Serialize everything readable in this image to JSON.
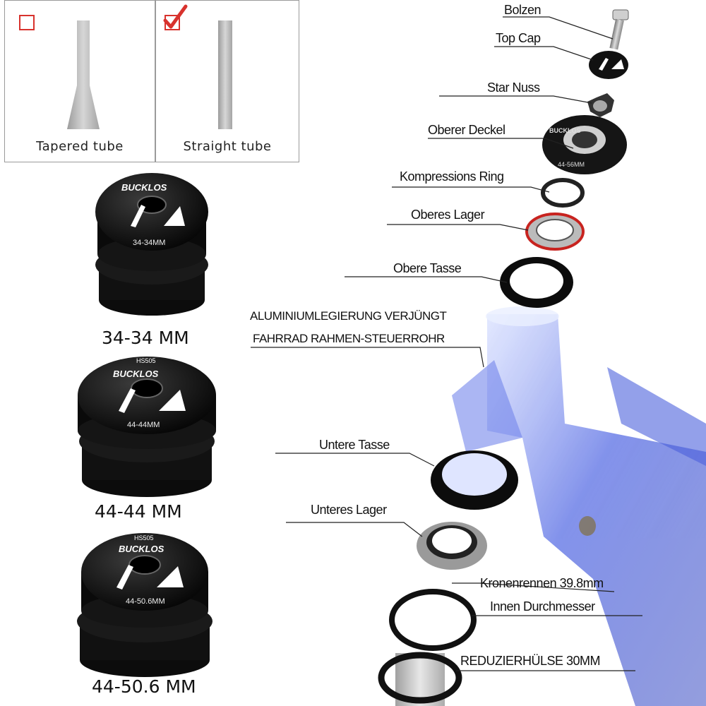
{
  "tube_options": [
    {
      "label": "Tapered tube",
      "checked": false
    },
    {
      "label": "Straight tube",
      "checked": true
    }
  ],
  "headsets": [
    {
      "size": "34-34 MM",
      "brand": "BUCKLOS",
      "engraving": "34-34MM"
    },
    {
      "size": "44-44 MM",
      "brand": "BUCKLOS",
      "engraving": "44-44MM",
      "model": "HS505"
    },
    {
      "size": "44-50.6 MM",
      "brand": "BUCKLOS",
      "engraving": "44-50.6MM",
      "model": "HS505"
    }
  ],
  "parts": {
    "bolt": "Bolzen",
    "top_cap": "Top Cap",
    "star_nut": "Star Nuss",
    "upper_cover": "Oberer Deckel",
    "compression_ring": "Kompressions Ring",
    "upper_bearing": "Oberes Lager",
    "upper_cup": "Obere Tasse",
    "frame_line1": "ALUMINIUMLEGIERUNG VERJÜNGT",
    "frame_line2": "FAHRRAD RAHMEN-STEUERROHR",
    "lower_cup": "Untere Tasse",
    "lower_bearing": "Unteres Lager",
    "crown_race": "Kronenrennen 39.8mm",
    "inner_diameter": "Innen Durchmesser",
    "reducer": "REDUZIERHÜLSE 30MM"
  },
  "exploded_view": {
    "cover_engraving": "44-56MM",
    "cover_brand": "BUCKLOS"
  },
  "colors": {
    "check_red": "#d8322d",
    "frame_blue": "#2a3fd0",
    "bearing_red": "#c8231f"
  }
}
